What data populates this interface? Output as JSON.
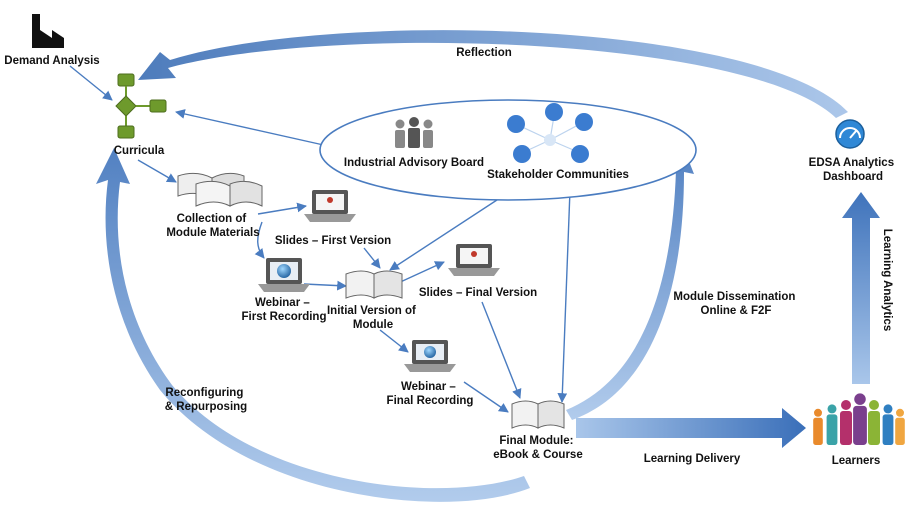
{
  "nodes": {
    "demand_analysis": "Demand Analysis",
    "curricula": "Curricula",
    "collection": [
      "Collection of",
      "Module Materials"
    ],
    "slides_first": "Slides – First Version",
    "webinar_first": [
      "Webinar –",
      "First Recording"
    ],
    "initial_version": [
      "Initial Version of",
      "Module"
    ],
    "slides_final": "Slides – Final Version",
    "webinar_final": [
      "Webinar –",
      "Final Recording"
    ],
    "final_module": [
      "Final Module:",
      "eBook & Course"
    ],
    "industrial_board": "Industrial Advisory Board",
    "stakeholders": "Stakeholder Communities",
    "edsa_dashboard": [
      "EDSA Analytics",
      "Dashboard"
    ],
    "learners": "Learners"
  },
  "flows": {
    "reflection": "Reflection",
    "reconfiguring": [
      "Reconfiguring",
      "& Repurposing"
    ],
    "dissemination": [
      "Module Dissemination",
      "Online & F2F"
    ],
    "learning_delivery": "Learning Delivery",
    "learning_analytics": "Learning Analytics"
  },
  "colors": {
    "arrow_blue": "#4a7cc0",
    "arrow_light": "#8fb3e0",
    "flow_green": "#6e9a2c",
    "learner_colors": [
      "#e98a2c",
      "#3aa3a8",
      "#b4306b",
      "#7a3f8d",
      "#8bb436",
      "#2f7fc1",
      "#f0a640"
    ]
  },
  "icons": [
    "factory-icon",
    "flowchart-icon",
    "books-icon",
    "laptop-slides-icon",
    "laptop-globe-icon",
    "open-book-icon",
    "people-group-icon",
    "network-people-icon",
    "dashboard-gauge-icon",
    "learners-group-icon"
  ]
}
